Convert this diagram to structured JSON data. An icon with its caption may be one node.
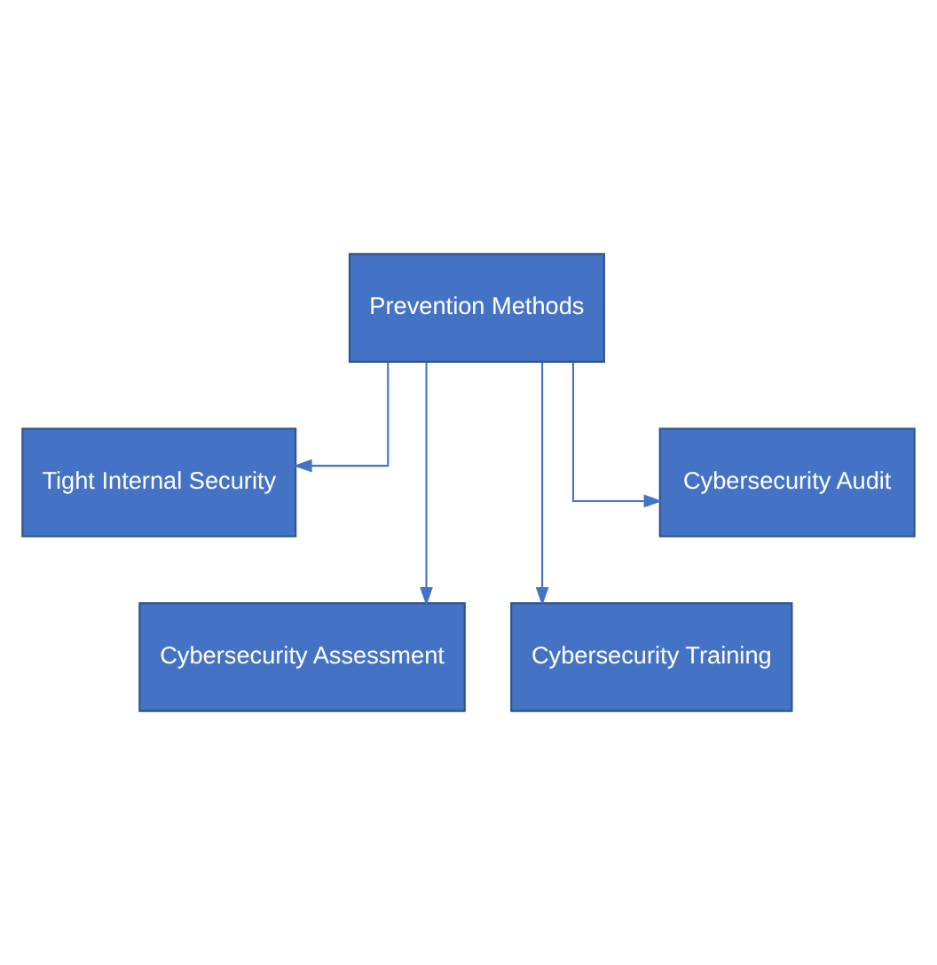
{
  "diagram": {
    "nodes": [
      {
        "text": [
          "Prevention Methods"
        ]
      },
      {
        "text": [
          "Tight Internal Security"
        ]
      },
      {
        "text": [
          "Cybersecurity Assessment"
        ]
      },
      {
        "text": [
          "Cybersecurity Training"
        ]
      },
      {
        "text": [
          "Cybersecurity Audit"
        ]
      }
    ],
    "edges": [
      {
        "from": 0,
        "to": 1,
        "arrow": "to"
      },
      {
        "from": 0,
        "to": 2,
        "arrow": "to"
      },
      {
        "from": 0,
        "to": 3,
        "arrow": "to"
      },
      {
        "from": 0,
        "to": 4,
        "arrow": "to"
      }
    ]
  }
}
